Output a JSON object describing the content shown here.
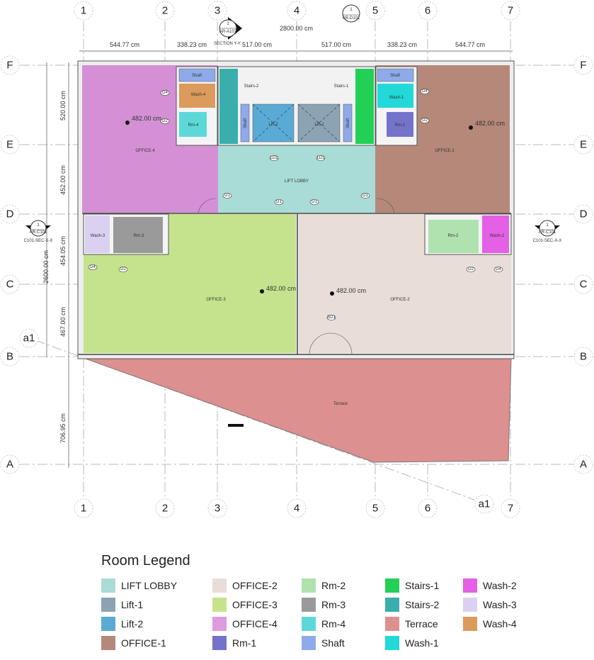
{
  "grid_columns": [
    "1",
    "2",
    "3",
    "4",
    "5",
    "6",
    "7"
  ],
  "grid_rows": [
    "F",
    "E",
    "D",
    "C",
    "B",
    "A"
  ],
  "section_markers": {
    "top_section": {
      "number": "1",
      "sheet": "AR-A107",
      "label": "SECTION Y-Y"
    },
    "top_callout": {
      "number": "1",
      "sheet": "AR-D101"
    },
    "left_section": {
      "number": "1",
      "sheet": "AR-C101",
      "label": "C101-SEC-X-X"
    },
    "right_section": {
      "number": "1",
      "sheet": "AR-C101",
      "label": "C101-SEC-X-X"
    },
    "diagonal_grid": "a1"
  },
  "dimensions": {
    "overall_width": "2800.00 cm",
    "top": [
      "544.77 cm",
      "338.23 cm",
      "517.00 cm",
      "517.00 cm",
      "338.23 cm",
      "544.77 cm"
    ],
    "overall_height": "2600.00 cm",
    "left": [
      "520.00 cm",
      "452.00 cm",
      "454.05 cm",
      "467.00 cm",
      "706.95 cm"
    ]
  },
  "rooms": {
    "office1": "OFFICE-1",
    "office2": "OFFICE-2",
    "office3": "OFFICE-3",
    "office4": "OFFICE-4",
    "lift_lobby": "LIFT LOBBY",
    "lift1": "Lift-1",
    "lift2": "Lift-2",
    "stairs1": "Stairs-1",
    "stairs2": "Stairs-2",
    "shaft": "Shaft",
    "rm1": "Rm-1",
    "rm2": "Rm-2",
    "rm3": "Rm-3",
    "rm4": "Rm-4",
    "wash1": "Wash-1",
    "wash2": "Wash-2",
    "wash3": "Wash-3",
    "wash4": "Wash-4",
    "terrace": "Terrace"
  },
  "level_marks": {
    "elevation": "482.00 cm"
  },
  "door_tags": {
    "d1": "D1",
    "d2": "D2",
    "d4": "D4",
    "ld1": "LD1",
    "sd1": "SD1"
  },
  "legend": {
    "title": "Room Legend",
    "items": [
      {
        "label": "LIFT LOBBY",
        "color": "#a9dcd6"
      },
      {
        "label": "Lift-1",
        "color": "#8ba3b3"
      },
      {
        "label": "Lift-2",
        "color": "#5aaad6"
      },
      {
        "label": "OFFICE-1",
        "color": "#b5887a"
      },
      {
        "label": "OFFICE-2",
        "color": "#e8ddd7"
      },
      {
        "label": "OFFICE-3",
        "color": "#c5e38c"
      },
      {
        "label": "OFFICE-4",
        "color": "#dd9add"
      },
      {
        "label": "Rm-1",
        "color": "#7373cc"
      },
      {
        "label": "Rm-2",
        "color": "#b0e2b0"
      },
      {
        "label": "Rm-3",
        "color": "#9a9a9a"
      },
      {
        "label": "Rm-4",
        "color": "#5cd8d8"
      },
      {
        "label": "Shaft",
        "color": "#8eaaea"
      },
      {
        "label": "Stairs-1",
        "color": "#22d055"
      },
      {
        "label": "Stairs-2",
        "color": "#3aadad"
      },
      {
        "label": "Terrace",
        "color": "#dd9090"
      },
      {
        "label": "Wash-1",
        "color": "#22d8d8"
      },
      {
        "label": "Wash-2",
        "color": "#e460e4"
      },
      {
        "label": "Wash-3",
        "color": "#dcd0f2"
      },
      {
        "label": "Wash-4",
        "color": "#dc9a5c"
      }
    ]
  }
}
